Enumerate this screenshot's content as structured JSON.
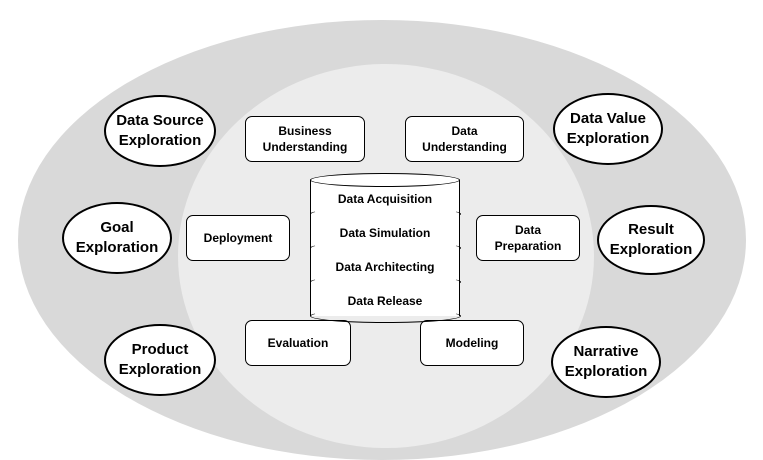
{
  "outer_explorations": {
    "data_source": "Data Source\nExploration",
    "data_value": "Data Value\nExploration",
    "goal": "Goal\nExploration",
    "result": "Result\nExploration",
    "product": "Product\nExploration",
    "narrative": "Narrative\nExploration"
  },
  "process_steps": {
    "business_understanding": "Business\nUnderstanding",
    "data_understanding": "Data\nUnderstanding",
    "deployment": "Deployment",
    "data_preparation": "Data\nPreparation",
    "evaluation": "Evaluation",
    "modeling": "Modeling"
  },
  "data_store": {
    "layers": [
      "Data Acquisition",
      "Data Simulation",
      "Data Architecting",
      "Data Release"
    ]
  },
  "colors": {
    "outer_ring": "#d9d9d9",
    "inner_core": "#ececec",
    "node_fill": "#ffffff",
    "stroke": "#000000"
  }
}
